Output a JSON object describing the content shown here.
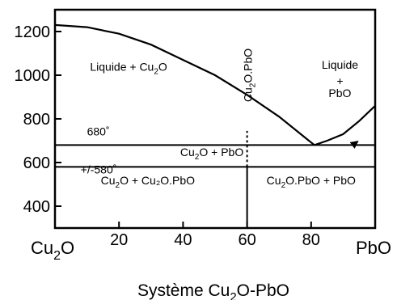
{
  "chart_data": {
    "type": "phase-diagram",
    "title": "Système Cu₂O-PbO",
    "xlabel": "",
    "ylabel": "",
    "x_end_labels": {
      "left": "Cu₂O",
      "right": "PbO"
    },
    "xlim": [
      0,
      100
    ],
    "ylim": [
      300,
      1300
    ],
    "x_ticks": [
      20,
      40,
      60,
      80
    ],
    "y_ticks": [
      400,
      600,
      800,
      1000,
      1200
    ],
    "grid": false,
    "legend": "none",
    "line_color": "#000000",
    "horizontal_lines": [
      {
        "y": 680,
        "label": "680˚",
        "label_x": 10,
        "label_y": 725
      },
      {
        "y": 580,
        "label": "+/-580˚",
        "label_x": 8,
        "label_y": 550
      }
    ],
    "liquidus_cu2o": {
      "x": [
        0,
        10,
        20,
        30,
        40,
        50,
        60,
        70,
        81
      ],
      "y": [
        1230,
        1220,
        1190,
        1140,
        1070,
        1000,
        910,
        810,
        680
      ]
    },
    "liquidus_pbo": {
      "x": [
        81,
        85,
        90,
        95,
        100
      ],
      "y": [
        680,
        700,
        730,
        790,
        860
      ]
    },
    "compound": {
      "name": "Cu₂O.PbO",
      "x": 60,
      "y_solid_top": 580,
      "y_dashed_top": 745,
      "label_x": 60,
      "label_y": 1000
    },
    "arrow": {
      "from": [
        93,
        680
      ],
      "to": [
        100,
        740
      ]
    },
    "regions": [
      {
        "label": "Liquide + Cu₂O",
        "x": 23,
        "y": 1020
      },
      {
        "label": "Liquide",
        "x": 89,
        "y": 1030
      },
      {
        "label": "+",
        "x": 89,
        "y": 955
      },
      {
        "label": "PbO",
        "x": 89,
        "y": 900
      },
      {
        "label": "Cu₂O + PbO",
        "x": 49,
        "y": 630
      },
      {
        "label": "Cu₂O + Cu₂O.PbO",
        "x": 29,
        "y": 500
      },
      {
        "label": "Cu₂O.PbO + PbO",
        "x": 80,
        "y": 500
      }
    ]
  }
}
